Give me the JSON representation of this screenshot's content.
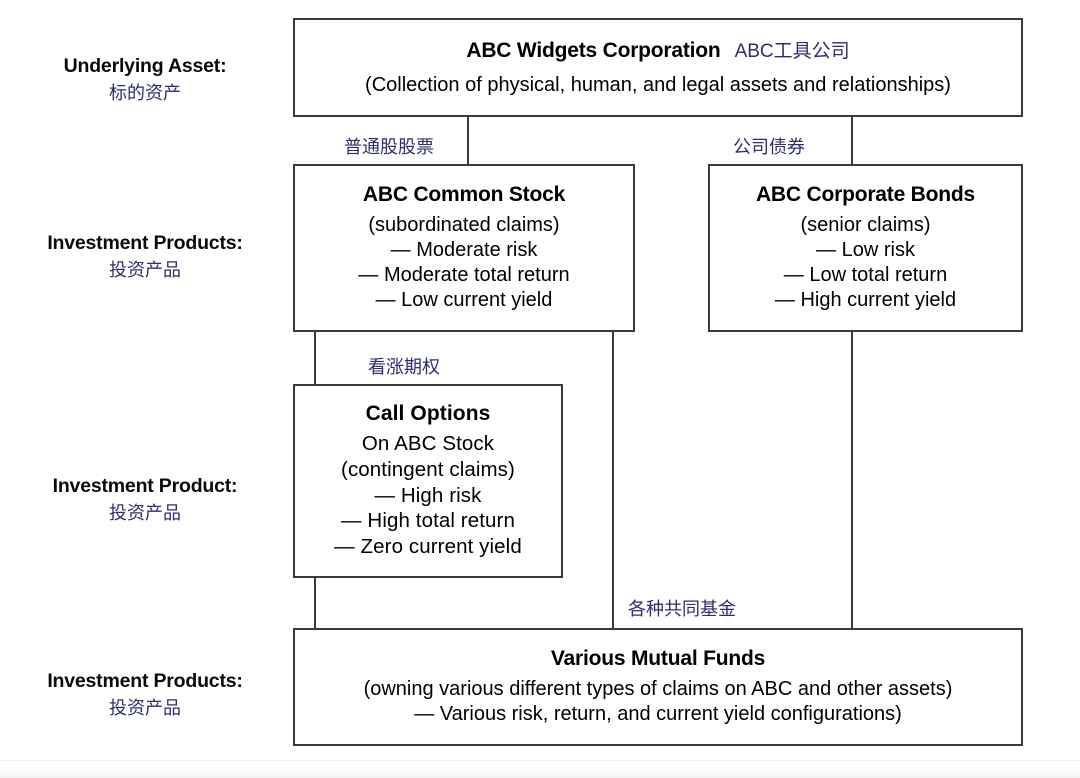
{
  "diagram": {
    "title_en": "ABC Widgets Corporation",
    "title_zh": "ABC工具公司",
    "accent_color": "#2e2e6e",
    "line_color": "#3a3a3a"
  },
  "row_labels": [
    {
      "en": "Underlying Asset:",
      "zh": "标的资产"
    },
    {
      "en": "Investment Products:",
      "zh": "投资产品"
    },
    {
      "en": "Investment Product:",
      "zh": "投资产品"
    },
    {
      "en": "Investment Products:",
      "zh": "投资产品"
    }
  ],
  "boxes": {
    "underlying": {
      "title": "ABC Widgets Corporation",
      "title_zh": "ABC工具公司",
      "lines": [
        "(Collection of physical, human, and legal assets and relationships)"
      ]
    },
    "common_stock": {
      "title": "ABC Common Stock",
      "lines": [
        "(subordinated claims)",
        "— Moderate risk",
        "— Moderate total return",
        "— Low current yield"
      ]
    },
    "corporate_bonds": {
      "title": "ABC Corporate Bonds",
      "lines": [
        "(senior claims)",
        "— Low risk",
        "— Low total return",
        "— High current yield"
      ]
    },
    "call_options": {
      "title": "Call Options",
      "lines": [
        "On ABC Stock",
        "(contingent claims)",
        "— High risk",
        "— High total return",
        "— Zero current yield"
      ]
    },
    "mutual_funds": {
      "title": "Various Mutual Funds",
      "lines": [
        "(owning various different types of claims on ABC and other assets)",
        "— Various risk, return, and current yield configurations)"
      ]
    }
  },
  "edge_labels": {
    "common_stock": "普通股股票",
    "corporate_bonds": "公司债券",
    "call_options": "看涨期权",
    "mutual_funds": "各种共同基金"
  }
}
